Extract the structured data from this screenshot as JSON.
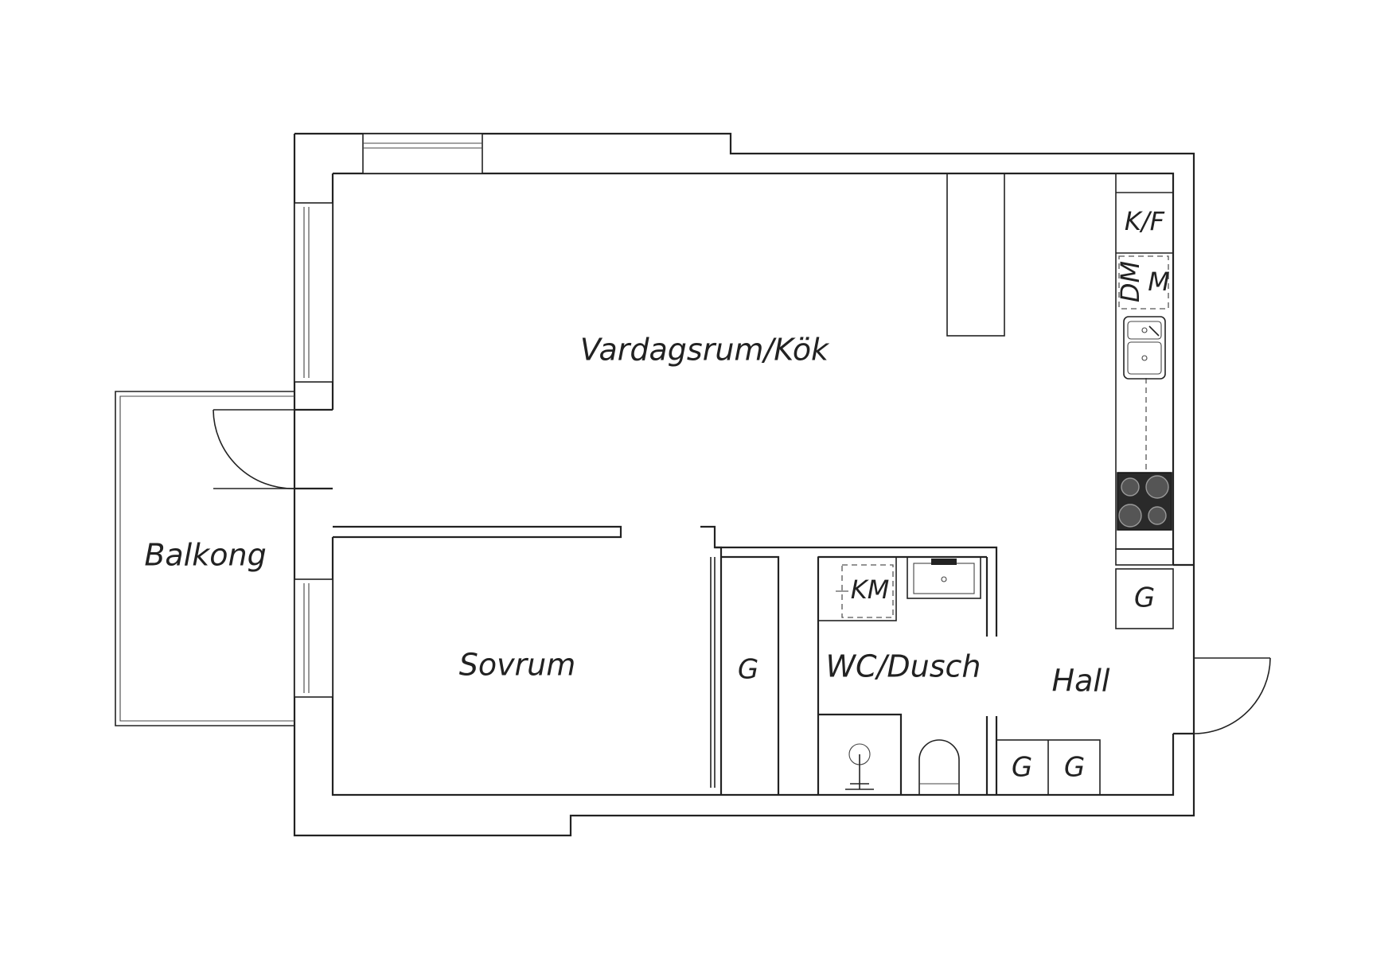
{
  "rooms": {
    "living_kitchen": "Vardagsrum/Kök",
    "balcony": "Balkong",
    "bedroom": "Sovrum",
    "bathroom": "WC/Dusch",
    "hall": "Hall"
  },
  "fixtures": {
    "fridge_freezer": "K/F",
    "dishwasher": "DM",
    "microwave": "M",
    "washing_machine": "KM",
    "wardrobe_bedroom": "G",
    "wardrobe_hall_upper": "G",
    "wardrobe_hall_left": "G",
    "wardrobe_hall_right": "G"
  }
}
